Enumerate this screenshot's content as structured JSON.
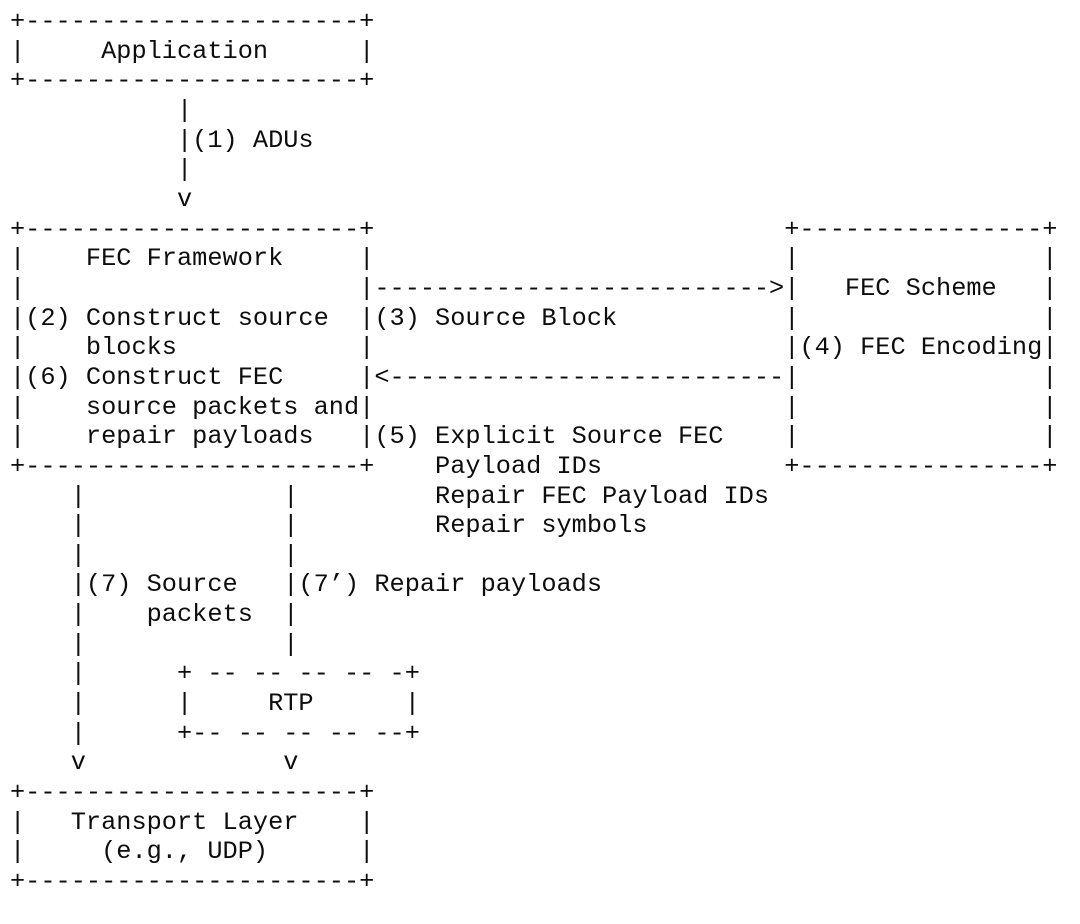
{
  "diagram": {
    "description": "FEC Framework sender operation with RTP repair flows (ASCII architecture diagram)",
    "nodes": [
      {
        "label": "Application"
      },
      {
        "label": "FEC Framework"
      },
      {
        "label": "FEC Scheme"
      },
      {
        "label": "RTP"
      },
      {
        "label": "Transport Layer (e.g., UDP)"
      }
    ],
    "steps": [
      {
        "num": "(1)",
        "label": "ADUs"
      },
      {
        "num": "(2)",
        "label": "Construct source blocks"
      },
      {
        "num": "(3)",
        "label": "Source Block"
      },
      {
        "num": "(4)",
        "label": "FEC Encoding"
      },
      {
        "num": "(5)",
        "label": "Explicit Source FEC Payload IDs, Repair FEC Payload IDs, Repair symbols"
      },
      {
        "num": "(6)",
        "label": "Construct FEC source packets and repair payloads"
      },
      {
        "num": "(7)",
        "label": "Source packets"
      },
      {
        "num": "(7’)",
        "label": "Repair payloads"
      }
    ],
    "lines": [
      "+----------------------+",
      "|     Application      |",
      "+----------------------+",
      "           |",
      "           |(1) ADUs",
      "           |",
      "           v",
      "+----------------------+                           +----------------+",
      "|    FEC Framework     |                           |                |",
      "|                      |-------------------------->|   FEC Scheme   |",
      "|(2) Construct source  |(3) Source Block           |                |",
      "|    blocks            |                           |(4) FEC Encoding|",
      "|(6) Construct FEC     |<--------------------------|                |",
      "|    source packets and|                           |                |",
      "|    repair payloads   |(5) Explicit Source FEC    |                |",
      "+----------------------+    Payload IDs            +----------------+",
      "    |             |         Repair FEC Payload IDs",
      "    |             |         Repair symbols",
      "    |             |",
      "    |(7) Source   |(7’) Repair payloads",
      "    |    packets  |",
      "    |             |",
      "    |      + -- -- -- -- -+",
      "    |      |     RTP      |",
      "    |      +-- -- -- -- --+",
      "    v             v",
      "+----------------------+",
      "|   Transport Layer    |",
      "|     (e.g., UDP)      |",
      "+----------------------+"
    ]
  },
  "colors": {
    "background": "#ffffff",
    "ink": "#0d0d0d"
  }
}
